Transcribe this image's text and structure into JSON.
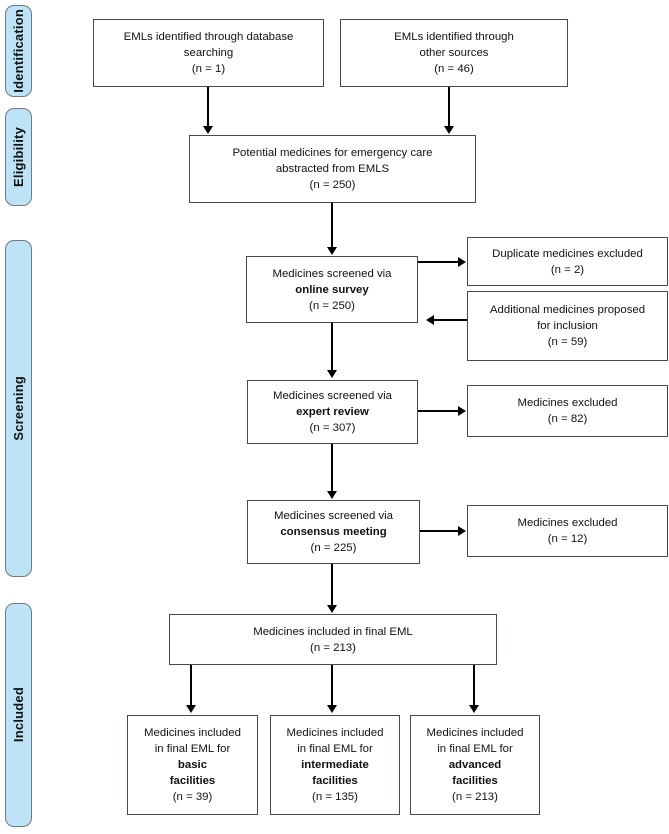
{
  "diagram": {
    "type": "prisma-flow-diagram",
    "stages": [
      {
        "label": "Identification"
      },
      {
        "label": "Eligibility"
      },
      {
        "label": "Screening"
      },
      {
        "label": "Included"
      }
    ],
    "boxes": {
      "db_search": {
        "line1": "EMLs identified through database",
        "line2": "searching",
        "count": "(n = 1)"
      },
      "other_sources": {
        "line1": "EMLs identified through",
        "line2": "other sources",
        "count": "(n = 46)"
      },
      "potential": {
        "line1": "Potential medicines for emergency care",
        "line2": "abstracted from EMLS",
        "count": "(n = 250)"
      },
      "online_survey": {
        "line1": "Medicines screened via",
        "emphasis": "online survey",
        "count": "(n = 250)"
      },
      "duplicates": {
        "line1": "Duplicate medicines excluded",
        "count": "(n = 2)"
      },
      "additional": {
        "line1": "Additional medicines proposed",
        "line2": "for inclusion",
        "count": "(n = 59)"
      },
      "expert_review": {
        "line1": "Medicines screened via",
        "emphasis": "expert review",
        "count": "(n = 307)"
      },
      "excluded_expert": {
        "line1": "Medicines excluded",
        "count": "(n = 82)"
      },
      "consensus": {
        "line1": "Medicines screened via",
        "emphasis": "consensus meeting",
        "count": "(n = 225)"
      },
      "excluded_cons": {
        "line1": "Medicines excluded",
        "count": "(n = 12)"
      },
      "final_eml": {
        "line1": "Medicines included in final EML",
        "count": "(n = 213)"
      },
      "basic": {
        "line1": "Medicines included",
        "line2": "in final EML for",
        "emphasis1": "basic",
        "emphasis2": "facilities",
        "count": "(n = 39)"
      },
      "intermediate": {
        "line1": "Medicines included",
        "line2": "in final EML for",
        "emphasis1": "intermediate",
        "emphasis2": "facilities",
        "count": "(n = 135)"
      },
      "advanced": {
        "line1": "Medicines included",
        "line2": "in final EML for",
        "emphasis1": "advanced",
        "emphasis2": "facilities",
        "count": "(n = 213)"
      }
    },
    "colors": {
      "stage_fill": "#bfe3f6",
      "stage_border": "#6f7a80",
      "box_border": "#444a4d",
      "connector": "#000000",
      "text": "#111111",
      "background": "#ffffff"
    }
  }
}
